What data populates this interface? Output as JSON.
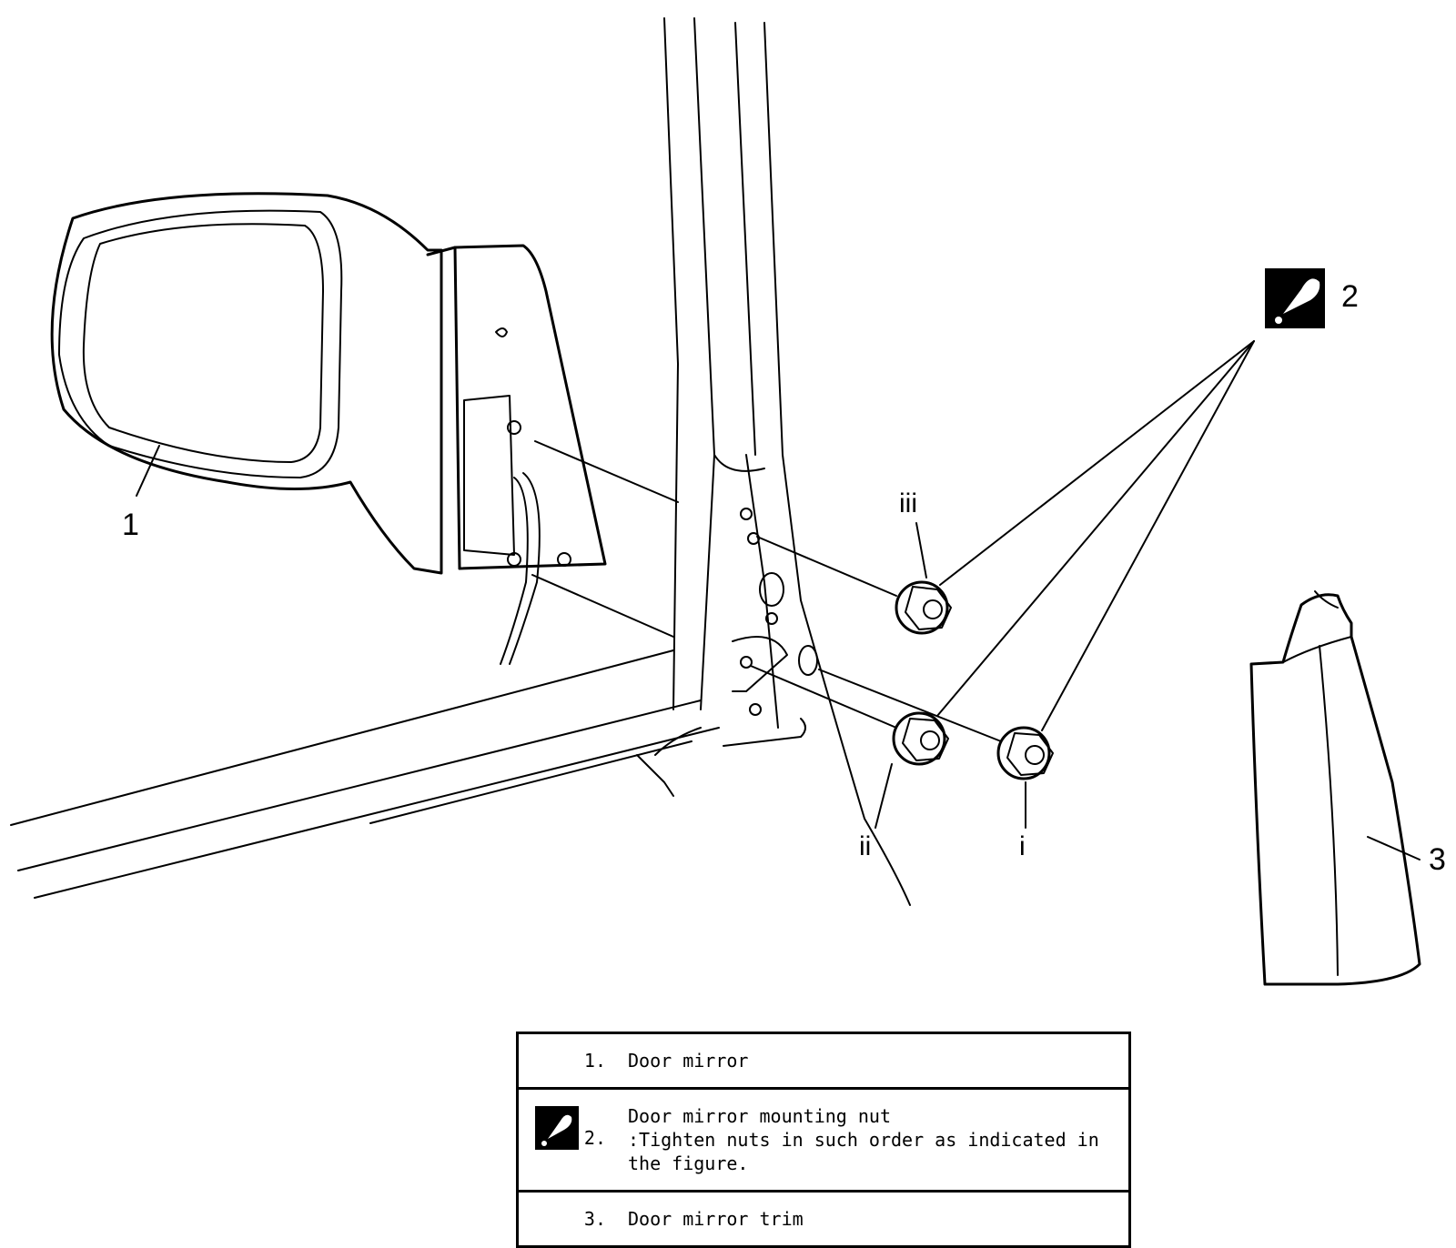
{
  "callouts": {
    "c1": "1",
    "c2": "2",
    "c3": "3"
  },
  "sequence": {
    "first": "i",
    "second": "ii",
    "third": "iii"
  },
  "legend": {
    "rows": [
      {
        "number": "1.",
        "text": "Door mirror"
      },
      {
        "number": "2.",
        "text": "Door mirror mounting nut",
        "note": ":Tighten nuts in such order as indicated in the figure.",
        "icon": "torque-wrench-icon"
      },
      {
        "number": "3.",
        "text": "Door mirror trim"
      }
    ]
  }
}
